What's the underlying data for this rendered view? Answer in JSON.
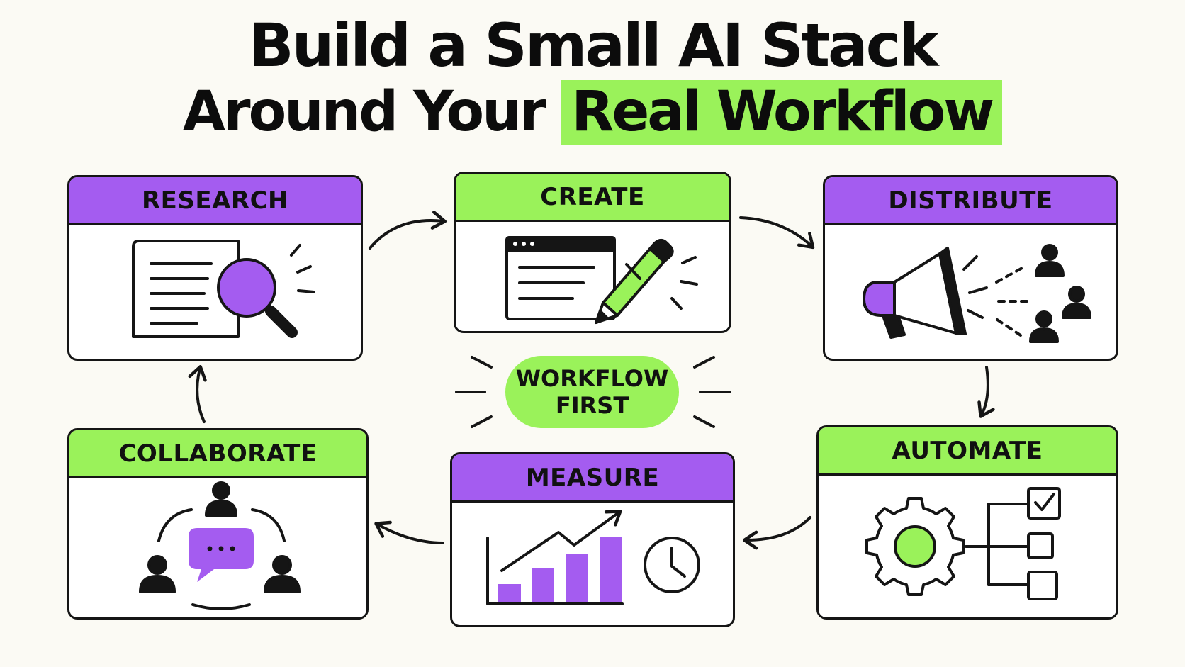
{
  "title": {
    "line1": "Build a Small AI Stack",
    "line2_prefix": "Around Your ",
    "line2_highlight": "Real Workflow"
  },
  "center_badge": {
    "line1": "WORKFLOW",
    "line2": "FIRST"
  },
  "steps": {
    "research": "RESEARCH",
    "create": "CREATE",
    "distribute": "DISTRIBUTE",
    "automate": "AUTOMATE",
    "measure": "MEASURE",
    "collaborate": "COLLABORATE"
  },
  "icons": {
    "research": "document-magnifier-icon",
    "create": "browser-pencil-icon",
    "distribute": "megaphone-audience-icon",
    "automate": "gear-checklist-icon",
    "measure": "bar-chart-clock-icon",
    "collaborate": "team-chat-icon"
  },
  "colors": {
    "purple": "#a45cf0",
    "green": "#9af25a",
    "ink": "#151515",
    "background": "#fbfaf4"
  }
}
